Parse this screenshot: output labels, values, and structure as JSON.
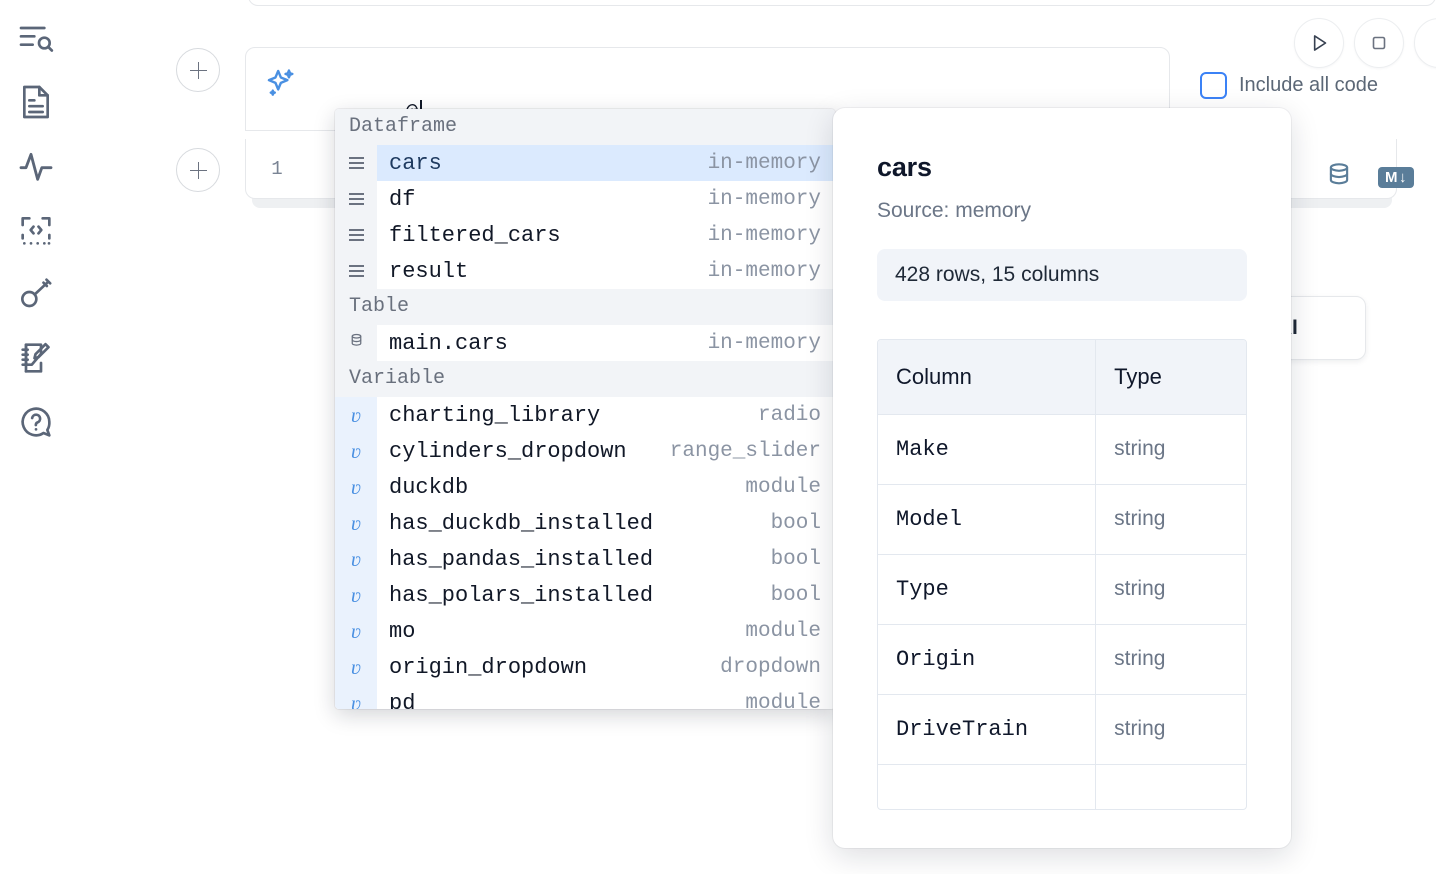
{
  "sidebar": {
    "items": [
      {
        "name": "outline-search-icon",
        "label": "Outline"
      },
      {
        "name": "file-text-icon",
        "label": "Notebook file"
      },
      {
        "name": "activity-pulse-icon",
        "label": "Runtime activity"
      },
      {
        "name": "code-brackets-icon",
        "label": "Snippets"
      },
      {
        "name": "key-icon",
        "label": "Secrets"
      },
      {
        "name": "notebook-pencil-icon",
        "label": "Scratchpad"
      },
      {
        "name": "help-chat-icon",
        "label": "Help"
      }
    ]
  },
  "prompt": {
    "value": "@",
    "sparkle_icon": "sparkle-ai-icon",
    "add_cell_label": "+"
  },
  "toolbar": {
    "run_label": "▷",
    "stop_label": "□",
    "include_all_code_label": "Include all code",
    "include_all_code_checked": false,
    "accent_blue": "#3b82f6"
  },
  "cell": {
    "line_number": "1",
    "database_icon": "database-icon",
    "markdown_badge": "M",
    "markdown_badge_arrow": "↓"
  },
  "ai_chip": {
    "label": "h AI"
  },
  "autocomplete": {
    "groups": [
      {
        "label": "Dataframe",
        "icon": "dataframe-lines-icon",
        "kind": "df",
        "items": [
          {
            "name": "cars",
            "meta": "in-memory",
            "selected": true
          },
          {
            "name": "df",
            "meta": "in-memory",
            "selected": false
          },
          {
            "name": "filtered_cars",
            "meta": "in-memory",
            "selected": false
          },
          {
            "name": "result",
            "meta": "in-memory",
            "selected": false
          }
        ]
      },
      {
        "label": "Table",
        "icon": "database-icon",
        "kind": "table",
        "items": [
          {
            "name": "main.cars",
            "meta": "in-memory",
            "selected": false
          }
        ]
      },
      {
        "label": "Variable",
        "icon": "variable-v-icon",
        "kind": "var",
        "items": [
          {
            "name": "charting_library",
            "meta": "radio",
            "selected": false
          },
          {
            "name": "cylinders_dropdown",
            "meta": "range_slider",
            "selected": false
          },
          {
            "name": "duckdb",
            "meta": "module",
            "selected": false
          },
          {
            "name": "has_duckdb_installed",
            "meta": "bool",
            "selected": false
          },
          {
            "name": "has_pandas_installed",
            "meta": "bool",
            "selected": false
          },
          {
            "name": "has_polars_installed",
            "meta": "bool",
            "selected": false
          },
          {
            "name": "mo",
            "meta": "module",
            "selected": false
          },
          {
            "name": "origin_dropdown",
            "meta": "dropdown",
            "selected": false
          },
          {
            "name": "pd",
            "meta": "module",
            "selected": false
          }
        ]
      }
    ]
  },
  "doc_panel": {
    "title": "cars",
    "source": "Source: memory",
    "shape": "428 rows, 15 columns",
    "table": {
      "headers": [
        "Column",
        "Type"
      ],
      "rows": [
        [
          "Make",
          "string"
        ],
        [
          "Model",
          "string"
        ],
        [
          "Type",
          "string"
        ],
        [
          "Origin",
          "string"
        ],
        [
          "DriveTrain",
          "string"
        ],
        [
          "",
          ""
        ]
      ]
    }
  }
}
